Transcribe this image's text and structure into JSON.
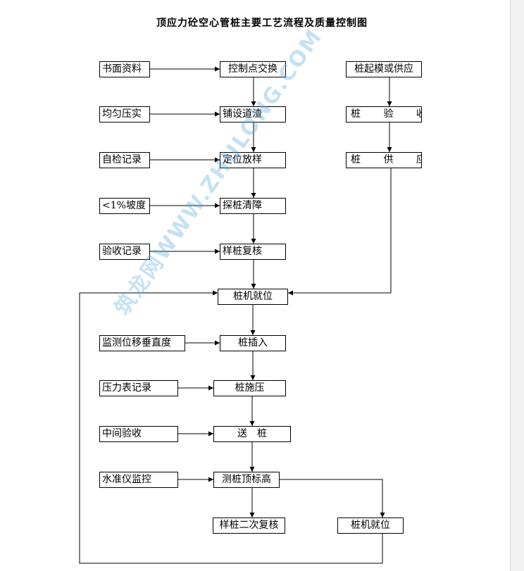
{
  "title": "顶应力砼空心管桩主要工艺流程及质量控制图",
  "watermark": "筑龙网WWW.ZHULONG.COM",
  "main_steps": [
    "控制点交换",
    "铺设道渣",
    "定位放样",
    "探桩清障",
    "样桩复核",
    "桩机就位",
    "桩插入",
    "桩施压",
    "送　桩",
    "测桩顶标高",
    "样桩二次复核"
  ],
  "controls": [
    "书面资料",
    "均匀压实",
    "自检记录",
    "<1%坡度",
    "验收记录",
    "监测位移垂直度",
    "压力表记录",
    "中间验收",
    "水准仪监控"
  ],
  "supply_steps": [
    "桩起模或供应",
    "桩 验 收",
    "桩 供 应"
  ],
  "end_step": "桩机就位"
}
